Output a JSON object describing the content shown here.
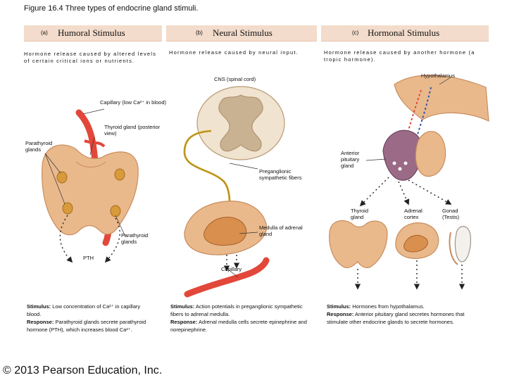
{
  "figure": {
    "title": "Figure 16.4 Three types of endocrine gland stimuli."
  },
  "panels": {
    "a": {
      "letter": "(a)",
      "name": "Humoral Stimulus",
      "lead": "Hormone release caused by altered levels of certain critical ions or nutrients.",
      "labels": {
        "capillary_low": "Capillary (low Ca²⁺ in blood)",
        "thyroid": "Thyroid gland (posterior view)",
        "parathyroid_top": "Parathyroid glands",
        "parathyroid_bottom": "Parathyroid glands",
        "pth": "PTH"
      },
      "stimulus_label": "Stimulus:",
      "stimulus_text": "Low concentration of Ca²⁺ in capillary blood.",
      "response_label": "Response:",
      "response_text": "Parathyroid glands secrete parathyroid hormone (PTH), which increases blood Ca²⁺."
    },
    "b": {
      "letter": "(b)",
      "name": "Neural Stimulus",
      "lead": "Hormone release caused by neural input.",
      "labels": {
        "cns": "CNS (spinal cord)",
        "preganglionic": "Preganglionic sympathetic fibers",
        "medulla": "Medulla of adrenal gland",
        "capillary": "Capillary"
      },
      "stimulus_label": "Stimulus:",
      "stimulus_text": "Action potentials in preganglionic sympathetic fibers to adrenal medulla.",
      "response_label": "Response:",
      "response_text": "Adrenal medulla cells secrete epinephrine and norepinephrine."
    },
    "c": {
      "letter": "(c)",
      "name": "Hormonal Stimulus",
      "lead": "Hormone release caused by another hormone (a tropic hormone).",
      "labels": {
        "hypothalamus": "Hypothalamus",
        "anterior_pituitary": "Anterior pituitary gland",
        "thyroid": "Thyroid gland",
        "adrenal_cortex": "Adrenal cortex",
        "gonad": "Gonad (Testis)"
      },
      "stimulus_label": "Stimulus:",
      "stimulus_text": "Hormones from hypothalamus.",
      "response_label": "Response:",
      "response_text": "Anterior pituitary gland secretes hormones that stimulate other endocrine glands to secrete hormones."
    }
  },
  "footer": {
    "copyright": "© 2013 Pearson Education, Inc."
  },
  "colors": {
    "panel_header": "#f3dccb",
    "gland": "#e9b98c",
    "capillary": "#e2473a",
    "nerve": "#d9b23a",
    "pituitary": "#9b6a86"
  }
}
